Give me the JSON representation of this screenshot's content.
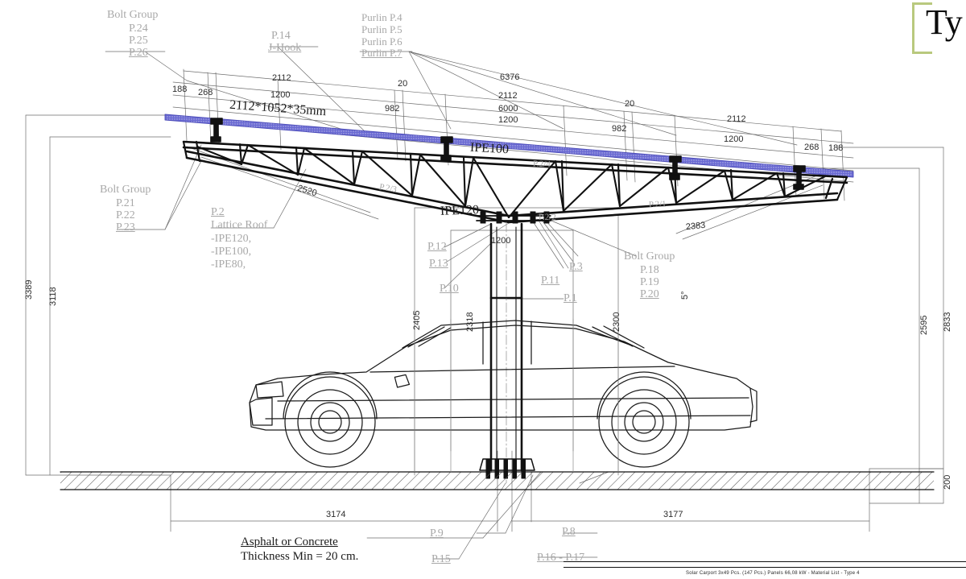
{
  "drawing": {
    "type": "technical-elevation",
    "subject": "Solar carport single-column cantilever elevation with car for scale",
    "units": "mm"
  },
  "title_block": {
    "logo_letter": "Ty",
    "footer_caption": "Solar Carport 3x49 Pcs. (147 Pcs.) Panels 66,08 kW - Material List - Type 4"
  },
  "callouts": {
    "bolt_group_top_left": {
      "heading": "Bolt Group",
      "items": [
        "P.24",
        "P.25",
        "P.26"
      ]
    },
    "bolt_group_mid_left": {
      "heading": "Bolt Group",
      "items": [
        "P.21",
        "P.22",
        "P.23"
      ]
    },
    "bolt_group_right": {
      "heading": "Bolt Group",
      "items": [
        "P.18",
        "P.19",
        "P.20"
      ]
    },
    "j_hook": {
      "tag": "P.14",
      "text": "J-Hook"
    },
    "purlins": [
      "Purlin P.4",
      "Purlin P.5",
      "Purlin P.6",
      "Purlin P.7"
    ],
    "lattice_roof": {
      "tag": "P.2",
      "title": "Lattice Roof",
      "members": [
        "-IPE120,",
        "-IPE100,",
        "-IPE80,"
      ]
    },
    "asphalt": {
      "line1": "Asphalt or Concrete",
      "line2": "Thickness Min = 20 cm."
    },
    "parts": [
      {
        "id": "P.12"
      },
      {
        "id": "P.13"
      },
      {
        "id": "P.10"
      },
      {
        "id": "P.11"
      },
      {
        "id": "P.3"
      },
      {
        "id": "P.1"
      },
      {
        "id": "P.9"
      },
      {
        "id": "P.8"
      },
      {
        "id": "P.15"
      },
      {
        "id": "P.16 - P.17"
      }
    ],
    "member_tags": [
      "P.2/1",
      "P.2/2",
      "P.2/3",
      "P.2/4"
    ],
    "profiles": {
      "top_chord": "IPE100",
      "bottom_chord": "IPE120"
    },
    "panel_size": "2112*1052*35mm"
  },
  "dimensions": {
    "top_chain": [
      {
        "value": "188"
      },
      {
        "value": "268"
      },
      {
        "value": "2112"
      },
      {
        "value": "1200"
      },
      {
        "value": "20"
      },
      {
        "value": "982"
      },
      {
        "value": "6376"
      },
      {
        "value": "2112"
      },
      {
        "value": "6000"
      },
      {
        "value": "1200"
      },
      {
        "value": "20"
      },
      {
        "value": "982"
      },
      {
        "value": "2112"
      },
      {
        "value": "1200"
      },
      {
        "value": "268"
      },
      {
        "value": "188"
      }
    ],
    "diagonal_left": "2520",
    "diagonal_right": "2383",
    "column_spacing": "1200",
    "angle": "5°",
    "left_heights": [
      "3389",
      "3118"
    ],
    "right_heights": [
      "2833",
      "2595",
      "200"
    ],
    "car_heights": [
      "2405",
      "2318",
      "2300"
    ],
    "base_spans": [
      "3174",
      "3177"
    ]
  },
  "colors": {
    "panel_blue": "#5b5bc8",
    "line_black": "#111111",
    "label_grey": "#a8a8a8",
    "logo_green": "#b9c97e",
    "hatch_grey": "#555555"
  }
}
